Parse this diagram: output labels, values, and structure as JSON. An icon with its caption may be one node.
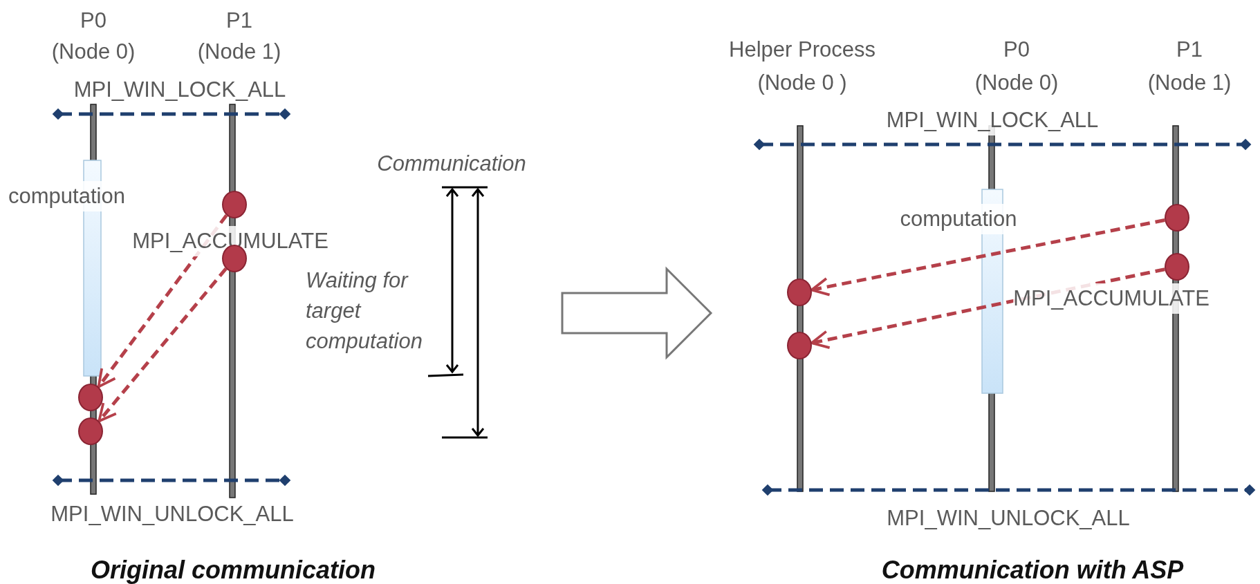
{
  "diagram": {
    "nodes": [
      {
        "text": [],
        "shape": "circle"
      },
      {
        "text": [],
        "shape": "circle"
      },
      {
        "text": [],
        "shape": "circle"
      },
      {
        "text": [],
        "shape": "circle"
      },
      {
        "text": [],
        "shape": "circle"
      },
      {
        "text": [],
        "shape": "circle"
      },
      {
        "text": [],
        "shape": "circle"
      },
      {
        "text": [],
        "shape": "circle"
      }
    ],
    "edges": [
      {
        "from": 0,
        "to": 2,
        "arrow": "to",
        "style": "dashed",
        "color": "#b5404a"
      },
      {
        "from": 1,
        "to": 3,
        "arrow": "to",
        "style": "dashed",
        "color": "#b5404a"
      },
      {
        "from": 4,
        "to": 6,
        "arrow": "to",
        "style": "dashed",
        "color": "#b5404a"
      },
      {
        "from": 5,
        "to": 7,
        "arrow": "to",
        "style": "dashed",
        "color": "#b5404a"
      }
    ],
    "labels": [
      "P0",
      "P1",
      "(Node 0)",
      "(Node 1)",
      "MPI_WIN_LOCK_ALL",
      "computation",
      "MPI_ACCUMULATE",
      "MPI_WIN_UNLOCK_ALL",
      "Communication",
      "Waiting for target computation",
      "Original communication",
      "Helper Process",
      "P0",
      "P1",
      "(Node 0 )",
      "(Node 0)",
      "(Node 1)",
      "MPI_WIN_LOCK_ALL",
      "computation",
      "MPI_ACCUMULATE",
      "MPI_WIN_UNLOCK_ALL",
      "Communication with ASP"
    ]
  }
}
